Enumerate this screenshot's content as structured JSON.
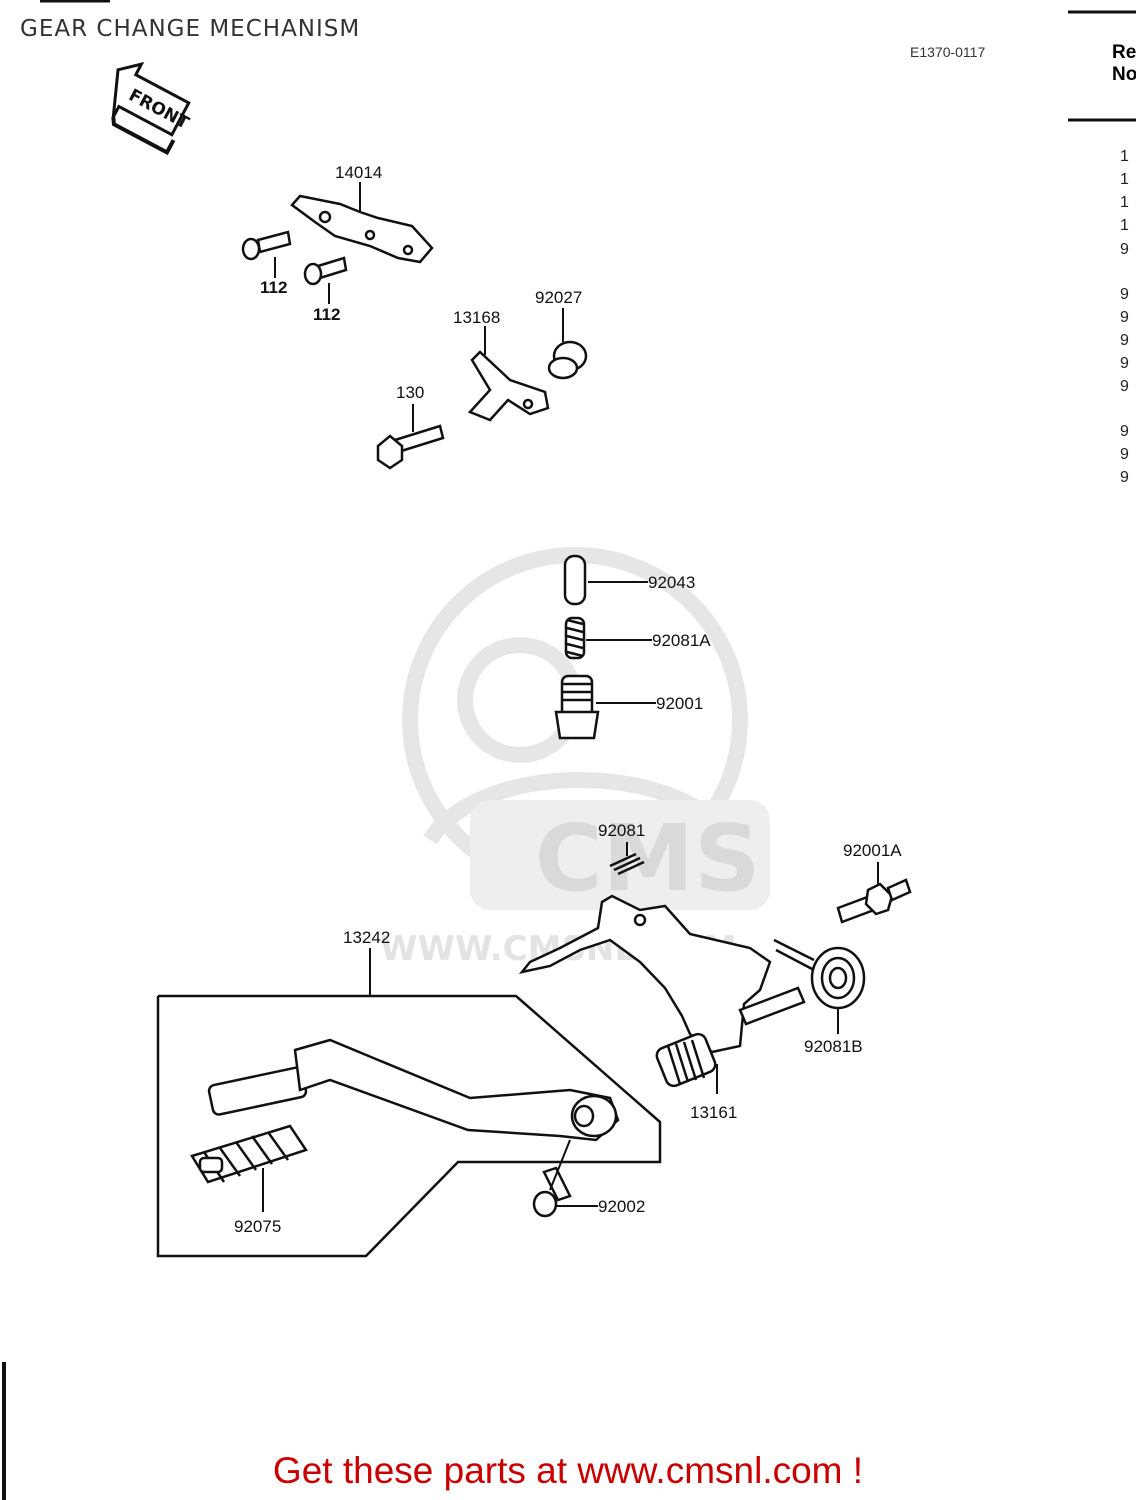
{
  "page": {
    "title": "GEAR CHANGE MECHANISM",
    "diagram_code": "E1370-0117",
    "front_label": "FRONT",
    "footer_cta": "Get these parts at www.cmsnl.com !",
    "watermark_text": "CMS",
    "watermark_url": "WWW.CMSNL.COM"
  },
  "parts_table_header": {
    "line1": "Re",
    "line2": "No"
  },
  "parts_table_side_glyphs": [
    "1",
    "1",
    "1",
    "1",
    "9",
    "9",
    "9",
    "9",
    "9",
    "9",
    "9",
    "9",
    "9"
  ],
  "parts": [
    {
      "ref": "14014"
    },
    {
      "ref": "112"
    },
    {
      "ref": "112"
    },
    {
      "ref": "92027"
    },
    {
      "ref": "13168"
    },
    {
      "ref": "130"
    },
    {
      "ref": "92043"
    },
    {
      "ref": "92081A"
    },
    {
      "ref": "92001"
    },
    {
      "ref": "92081"
    },
    {
      "ref": "92001A"
    },
    {
      "ref": "13242"
    },
    {
      "ref": "92081B"
    },
    {
      "ref": "13161"
    },
    {
      "ref": "92002"
    },
    {
      "ref": "92075"
    }
  ],
  "colors": {
    "line": "#111111",
    "cta": "#cc0000",
    "watermark": "#e6e6e6"
  }
}
